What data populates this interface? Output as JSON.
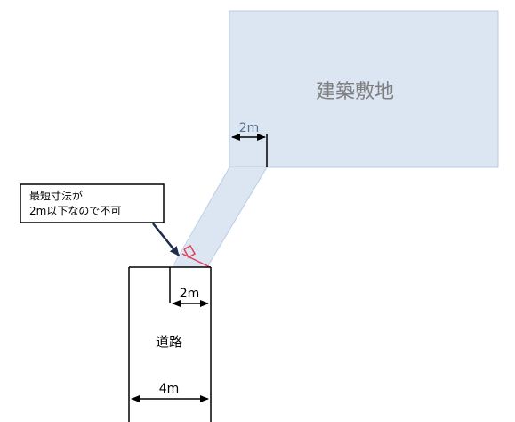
{
  "site": {
    "label": "建築敷地",
    "fill": "#dce6f2",
    "stroke": "#b9cce4"
  },
  "passage": {
    "fill": "#dce6f2"
  },
  "road": {
    "label": "道路"
  },
  "dimensions": {
    "site_offset": "2m",
    "road_inner": "2m",
    "road_width": "4m"
  },
  "callout": {
    "line1": "最短寸法が",
    "line2": "2m以下なので不可"
  },
  "colors": {
    "line": "#000000",
    "arrow": "#1f2d4d",
    "perp_marker": "#e0405a",
    "site_text": "#7f7f7f",
    "dim_text": "#5a6f8c"
  }
}
